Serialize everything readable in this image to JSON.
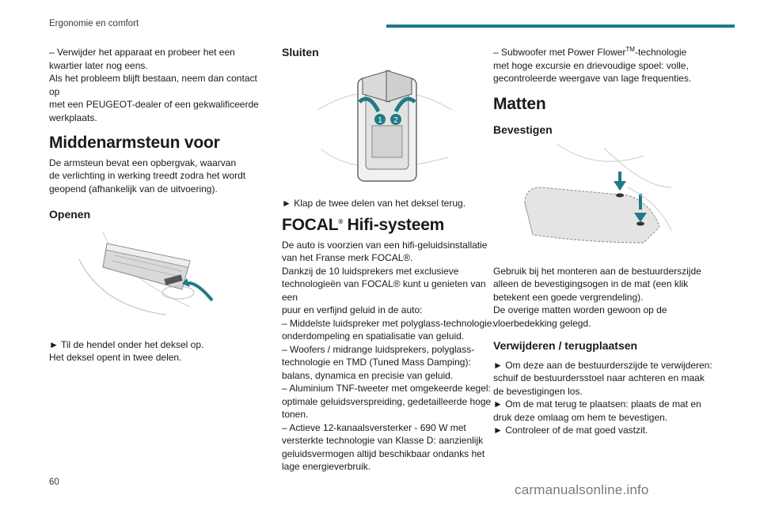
{
  "header": {
    "section": "Ergonomie en comfort",
    "page_number": "60",
    "accent_color": "#1f7a86"
  },
  "col1": {
    "p1_line1": "– Verwijder het apparaat en probeer het een",
    "p1_line2": "kwartier later nog eens.",
    "p1_line3": "Als het probleem blijft bestaan, neem dan contact op",
    "p1_line4": "met een PEUGEOT-dealer of een gekwalificeerde",
    "p1_line5": "werkplaats.",
    "h_armsteun": "Middenarmsteun voor",
    "armsteun_l1": "De armsteun bevat een opbergvak, waarvan",
    "armsteun_l2": "de verlichting in werking treedt zodra het wordt",
    "armsteun_l3": "geopend (afhankelijk van de uitvoering).",
    "h_openen": "Openen",
    "openen_l1": "► Til de hendel onder het deksel op.",
    "openen_l2": "Het deksel opent in twee delen.",
    "fig_openen_icon": "armrest-open-illustration"
  },
  "col2": {
    "h_sluiten": "Sluiten",
    "fig_sluiten_icon": "armrest-close-illustration",
    "fig_label_1": "1",
    "fig_label_2": "2",
    "sluiten_text": "► Klap de twee delen van het deksel terug.",
    "h_focal": "FOCAL",
    "h_focal_reg": "®",
    "h_focal_rest": " Hifi-systeem",
    "focal_lines": [
      "De auto is voorzien van een hifi-geluidsinstallatie",
      "van het Franse merk FOCAL®.",
      "Dankzij de 10 luidsprekers met exclusieve",
      "technologieën van FOCAL® kunt u genieten van een",
      "puur en verfijnd geluid in de auto:",
      "– Middelste luidspreker met polyglass-technologie:",
      "onderdompeling en spatialisatie van geluid.",
      "– Woofers / midrange luidsprekers, polyglass-",
      "technologie en TMD (Tuned Mass Damping):",
      "balans, dynamica en precisie van geluid.",
      "– Aluminium TNF-tweeter met omgekeerde kegel:",
      "optimale geluidsverspreiding, gedetailleerde hoge",
      "tonen.",
      "– Actieve 12-kanaalsversterker - 690 W met",
      "versterkte technologie van Klasse D: aanzienlijk",
      "geluidsvermogen altijd beschikbaar ondanks het",
      "lage energieverbruik."
    ]
  },
  "col3": {
    "sub_l1a": "– Subwoofer met Power Flower",
    "sub_tm": "TM",
    "sub_l1b": "-technologie",
    "sub_l2": "met hoge excursie en drievoudige spoel: volle,",
    "sub_l3": "gecontroleerde weergave van lage frequenties.",
    "h_matten": "Matten",
    "h_bevestigen": "Bevestigen",
    "fig_mat_icon": "floor-mat-illustration",
    "bev_lines": [
      "Gebruik bij het monteren aan de bestuurderszijde",
      "alleen de bevestigingsogen in de mat (een klik",
      "betekent een goede vergrendeling).",
      "De overige matten worden gewoon op de",
      "vloerbedekking gelegd."
    ],
    "h_verwijderen": "Verwijderen / terugplaatsen",
    "verw_lines": [
      "► Om deze aan de bestuurderszijde te verwijderen:",
      "schuif de bestuurdersstoel naar achteren en maak",
      "de bevestigingen los.",
      "► Om de mat terug te plaatsen: plaats de mat en",
      "druk deze omlaag om hem te bevestigen.",
      "► Controleer of de mat goed vastzit."
    ]
  },
  "watermark": "carmanualsonline.info"
}
